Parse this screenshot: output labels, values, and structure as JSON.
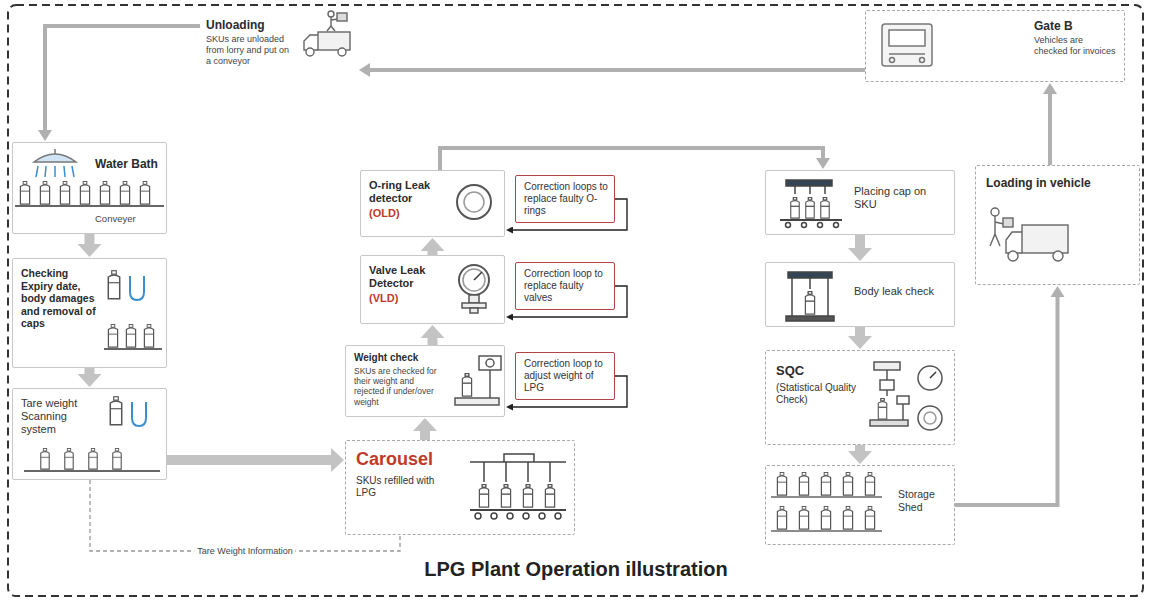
{
  "diagram": {
    "title": "LPG Plant Operation illustration",
    "nodes": [
      {
        "text": [
          "Unloading",
          "SKUs are unloaded from lorry and put on a conveyor"
        ]
      },
      {
        "text": [
          "Gate B",
          "Vehicles are checked for invoices"
        ]
      },
      {
        "text": [
          "Water Bath",
          "Conveyer"
        ]
      },
      {
        "text": [
          "Checking Expiry date, body damages and removal of caps"
        ]
      },
      {
        "text": [
          "Tare weight Scanning system"
        ]
      },
      {
        "text": [
          "Carousel",
          "SKUs refilled with LPG"
        ]
      },
      {
        "text": [
          "Weight check",
          "SKUs are checked for their weight and rejected if under/over weight"
        ]
      },
      {
        "text": [
          "Correction loop to adjust weight of LPG"
        ]
      },
      {
        "text": [
          "Valve Leak Detector",
          "(VLD)"
        ]
      },
      {
        "text": [
          "Correction loop to replace faulty valves"
        ]
      },
      {
        "text": [
          "O-ring Leak detector",
          "(OLD)"
        ]
      },
      {
        "text": [
          "Correction loops to replace faulty O-rings"
        ]
      },
      {
        "text": [
          "Placing cap on SKU"
        ]
      },
      {
        "text": [
          "Body leak check"
        ]
      },
      {
        "text": [
          "SQC",
          "(Statistical Quality Check)"
        ]
      },
      {
        "text": [
          "Storage Shed"
        ]
      },
      {
        "text": [
          "Loading in vehicle"
        ]
      }
    ],
    "edges": [
      {
        "from": 1,
        "to": 0,
        "arrow": "to"
      },
      {
        "from": 0,
        "to": 2,
        "arrow": "to"
      },
      {
        "from": 2,
        "to": 3,
        "arrow": "to"
      },
      {
        "from": 3,
        "to": 4,
        "arrow": "to"
      },
      {
        "from": 4,
        "to": 5,
        "arrow": "to"
      },
      {
        "from": 4,
        "to": 5,
        "label": "Tare Weight Information",
        "arrow": "none"
      },
      {
        "from": 5,
        "to": 6,
        "arrow": "to"
      },
      {
        "from": 7,
        "to": 6,
        "arrow": "to"
      },
      {
        "from": 6,
        "to": 8,
        "arrow": "to"
      },
      {
        "from": 9,
        "to": 8,
        "arrow": "to"
      },
      {
        "from": 8,
        "to": 10,
        "arrow": "to"
      },
      {
        "from": 11,
        "to": 10,
        "arrow": "to"
      },
      {
        "from": 10,
        "to": 12,
        "arrow": "to"
      },
      {
        "from": 12,
        "to": 13,
        "arrow": "to"
      },
      {
        "from": 13,
        "to": 14,
        "arrow": "to"
      },
      {
        "from": 14,
        "to": 15,
        "arrow": "to"
      },
      {
        "from": 15,
        "to": 16,
        "arrow": "to"
      },
      {
        "from": 16,
        "to": 1,
        "arrow": "to"
      }
    ]
  }
}
